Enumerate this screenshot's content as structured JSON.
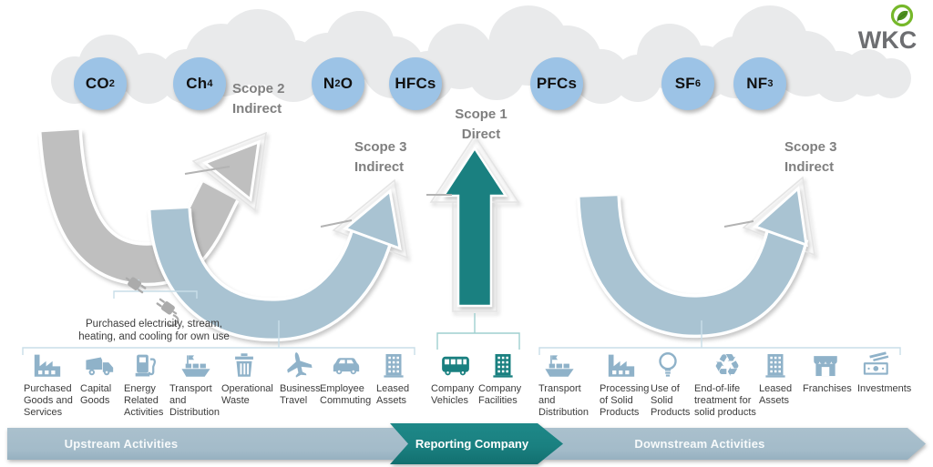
{
  "logo": {
    "text": "WKC"
  },
  "gases": [
    {
      "id": "co2",
      "parts": [
        {
          "text": "CO"
        },
        {
          "text": "2",
          "sub": true
        }
      ]
    },
    {
      "id": "ch4",
      "parts": [
        {
          "text": "Ch"
        },
        {
          "text": "4",
          "sub": true
        }
      ]
    },
    {
      "id": "n2o",
      "parts": [
        {
          "text": "N"
        },
        {
          "text": "2",
          "sub": true
        },
        {
          "text": "O"
        }
      ]
    },
    {
      "id": "hfcs",
      "parts": [
        {
          "text": "HFCs"
        }
      ]
    },
    {
      "id": "pfcs",
      "parts": [
        {
          "text": "PFCs"
        }
      ]
    },
    {
      "id": "sf6",
      "parts": [
        {
          "text": "SF"
        },
        {
          "text": "6",
          "sub": true
        }
      ]
    },
    {
      "id": "nf3",
      "parts": [
        {
          "text": "NF"
        },
        {
          "text": "3",
          "sub": true
        }
      ]
    }
  ],
  "scope_labels": [
    {
      "id": "scope2",
      "lines": [
        "Scope 2",
        "Indirect"
      ]
    },
    {
      "id": "scope3_upstream",
      "lines": [
        "Scope 3",
        "Indirect"
      ]
    },
    {
      "id": "scope1",
      "lines": [
        "Scope 1",
        "Direct"
      ]
    },
    {
      "id": "scope3_downstream",
      "lines": [
        "Scope 3",
        "Indirect"
      ]
    }
  ],
  "electricity_note": "Purchased electricity, stream,\nheating, and cooling for own use",
  "items": [
    {
      "icon": "factory-icon",
      "group": "upstream",
      "label": "Purchased\nGoods and\nServices"
    },
    {
      "icon": "truck-icon",
      "group": "upstream",
      "label": "Capital\nGoods"
    },
    {
      "icon": "fuel-pump-icon",
      "group": "upstream",
      "label": "Energy\nRelated\nActivities"
    },
    {
      "icon": "ship-icon",
      "group": "upstream",
      "label": "Transport\nand\nDistribution"
    },
    {
      "icon": "trash-icon",
      "group": "upstream",
      "label": "Operational\nWaste"
    },
    {
      "icon": "airplane-icon",
      "group": "upstream",
      "label": "Business\nTravel"
    },
    {
      "icon": "car-icon",
      "group": "upstream",
      "label": "Employee\nCommuting"
    },
    {
      "icon": "building-icon",
      "group": "upstream",
      "label": "Leased\nAssets"
    },
    {
      "icon": "bus-icon",
      "group": "reporting",
      "label": "Company\nVehicles"
    },
    {
      "icon": "building-icon",
      "group": "reporting",
      "label": "Company\nFacilities"
    },
    {
      "icon": "ship-icon",
      "group": "downstream",
      "label": "Transport\nand\nDistribution"
    },
    {
      "icon": "factory-icon",
      "group": "downstream",
      "label": "Processing\nof Solid\nProducts"
    },
    {
      "icon": "lightbulb-icon",
      "group": "downstream",
      "label": "Use of\nSolid\nProducts"
    },
    {
      "icon": "recycle-icon",
      "group": "downstream",
      "label": "End-of-life\ntreatment for\nsolid products"
    },
    {
      "icon": "building-icon",
      "group": "downstream",
      "label": "Leased\nAssets"
    },
    {
      "icon": "storefront-icon",
      "group": "downstream",
      "label": "Franchises"
    },
    {
      "icon": "money-icon",
      "group": "downstream",
      "label": "Investments"
    }
  ],
  "footer": {
    "upstream_label": "Upstream Activities",
    "reporting_label": "Reporting Company",
    "downstream_label": "Downstream Activities"
  },
  "colors": {
    "teal": "#1A8080",
    "arrow_gray": "#BFBFBF",
    "arrow_blue": "#A9C3D2",
    "icon_blue": "#8FB2C9",
    "bubble_blue": "#9CC3E6",
    "bar_blue": "#A3BBC9",
    "cloud_gray": "#E9EAEB",
    "scope_text": "#7F7F7F",
    "logo_green": "#76B82A",
    "logo_gray": "#6D6E71"
  }
}
